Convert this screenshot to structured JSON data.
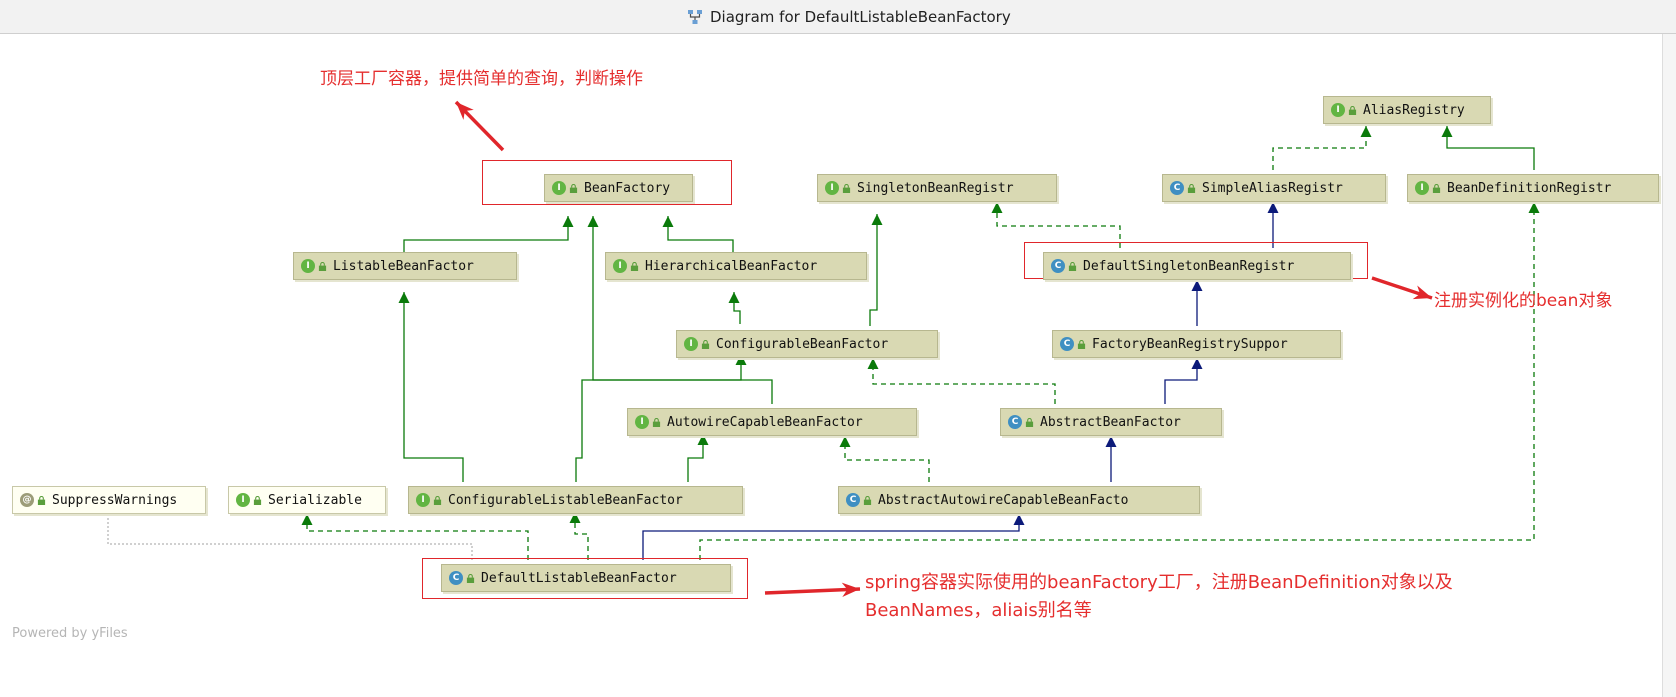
{
  "window": {
    "title": "Diagram for DefaultListableBeanFactory"
  },
  "footer": {
    "powered_by": "Powered by yFiles"
  },
  "colors": {
    "extends_edge": "#0a7a0a",
    "class_edge": "#0c1a7a",
    "dependency_edge": "#9a9a9a",
    "annotation_red": "#e0262b",
    "node_fill": "#d9d9b3"
  },
  "nodes": {
    "alias_registry": {
      "kind": "I",
      "label": "AliasRegistry"
    },
    "bean_factory": {
      "kind": "I",
      "label": "BeanFactory"
    },
    "singleton_bean_registry": {
      "kind": "I",
      "label": "SingletonBeanRegistr"
    },
    "simple_alias_registry": {
      "kind": "C",
      "label": "SimpleAliasRegistr"
    },
    "bean_definition_registry": {
      "kind": "I",
      "label": "BeanDefinitionRegistr"
    },
    "listable_bean_factory": {
      "kind": "I",
      "label": "ListableBeanFactor"
    },
    "hierarchical_bean_factory": {
      "kind": "I",
      "label": "HierarchicalBeanFactor"
    },
    "default_singleton_bean_registry": {
      "kind": "C",
      "label": "DefaultSingletonBeanRegistr"
    },
    "configurable_bean_factory": {
      "kind": "I",
      "label": "ConfigurableBeanFactor"
    },
    "factory_bean_registry_support": {
      "kind": "C",
      "label": "FactoryBeanRegistrySuppor"
    },
    "autowire_capable_bean_factory": {
      "kind": "I",
      "label": "AutowireCapableBeanFactor"
    },
    "abstract_bean_factory": {
      "kind": "C",
      "label": "AbstractBeanFactor"
    },
    "suppress_warnings": {
      "kind": "@",
      "label": "SuppressWarnings"
    },
    "serializable": {
      "kind": "I",
      "label": "Serializable"
    },
    "configurable_listable_bean_factory": {
      "kind": "I",
      "label": "ConfigurableListableBeanFactor"
    },
    "abstract_autowire_capable_bean_factory": {
      "kind": "C",
      "label": "AbstractAutowireCapableBeanFacto"
    },
    "default_listable_bean_factory": {
      "kind": "C",
      "label": "DefaultListableBeanFactor"
    }
  },
  "annotations": {
    "top_level_factory": "顶层工厂容器，提供简单的查询，判断操作",
    "register_singletons": "注册实例化的bean对象",
    "spring_container": "spring容器实际使用的beanFactory工厂，注册BeanDefinition对象以及BeanNames，aliais别名等"
  }
}
